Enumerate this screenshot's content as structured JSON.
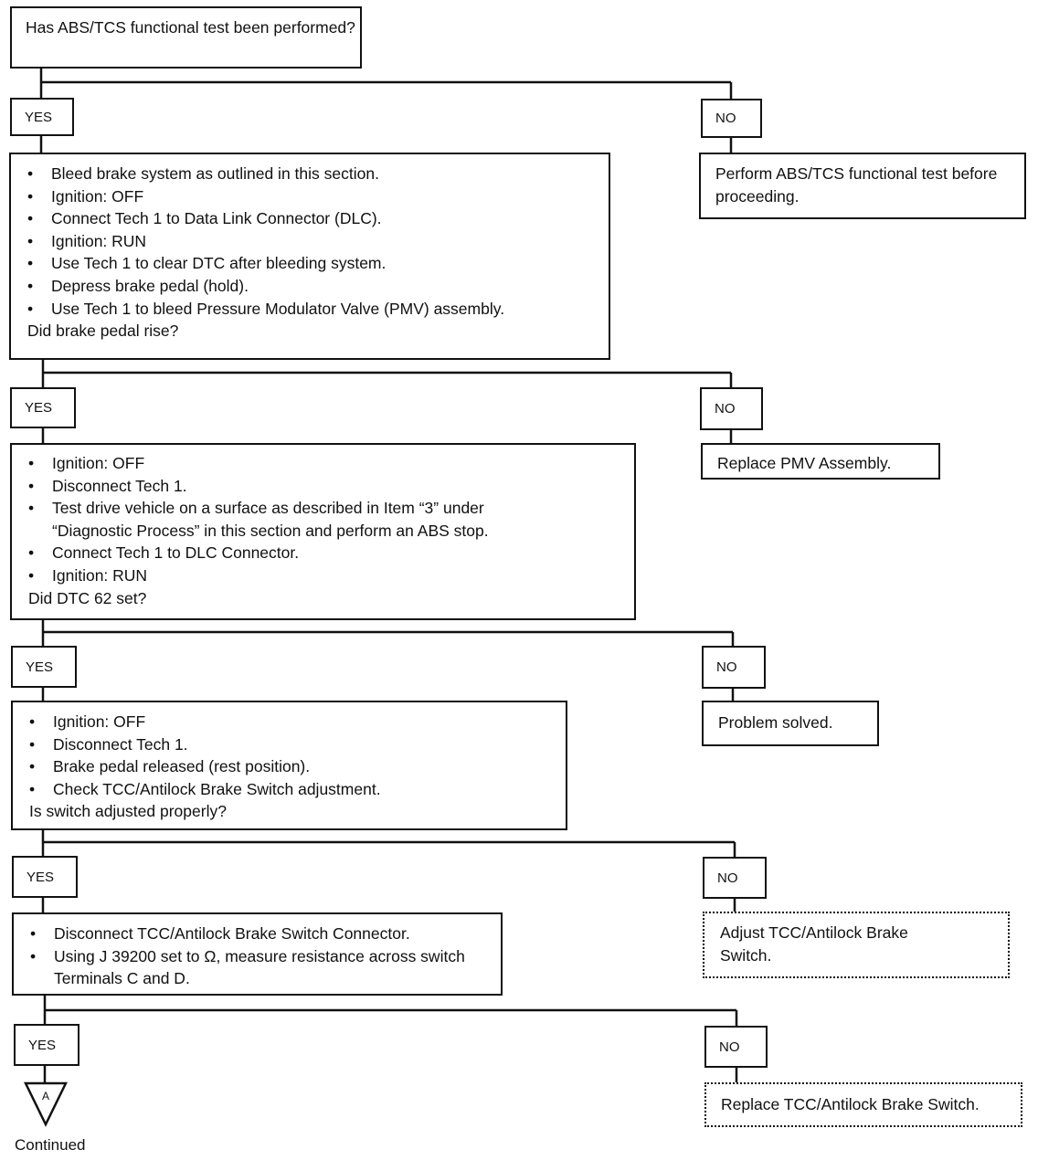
{
  "q1": {
    "text": "Has ABS/TCS functional test been performed?"
  },
  "yes": "YES",
  "no": "NO",
  "no1_action": "Perform ABS/TCS functional test before proceeding.",
  "step2": {
    "bullets": [
      "Bleed brake system as outlined in this section.",
      "Ignition:  OFF",
      "Connect Tech 1 to Data Link Connector (DLC).",
      "Ignition:  RUN",
      "Use Tech 1 to clear DTC after bleeding system.",
      "Depress brake pedal (hold).",
      "Use Tech 1 to bleed Pressure Modulator Valve (PMV) assembly."
    ],
    "question": "Did brake pedal rise?"
  },
  "no2_action": "Replace PMV Assembly.",
  "step3": {
    "bullets": [
      "Ignition:  OFF",
      "Disconnect Tech 1.",
      "Test drive vehicle on a surface as described in Item “3” under “Diagnostic Process” in this section and perform an ABS stop.",
      "Connect Tech 1 to DLC Connector.",
      "Ignition:  RUN"
    ],
    "question": "Did DTC 62 set?"
  },
  "no3_action": "Problem solved.",
  "step4": {
    "bullets": [
      "Ignition:  OFF",
      "Disconnect Tech 1.",
      "Brake pedal released (rest position).",
      "Check TCC/Antilock Brake Switch adjustment."
    ],
    "question": "Is switch adjusted properly?"
  },
  "no4_action": "Adjust TCC/Antilock Brake Switch.",
  "step5": {
    "bullets": [
      "Disconnect TCC/Antilock Brake Switch Connector.",
      "Using J 39200 set to Ω, measure resistance across switch Terminals C and D."
    ]
  },
  "no5_action": "Replace TCC/Antilock Brake Switch.",
  "connector": {
    "label": "A"
  },
  "continued": "Continued"
}
